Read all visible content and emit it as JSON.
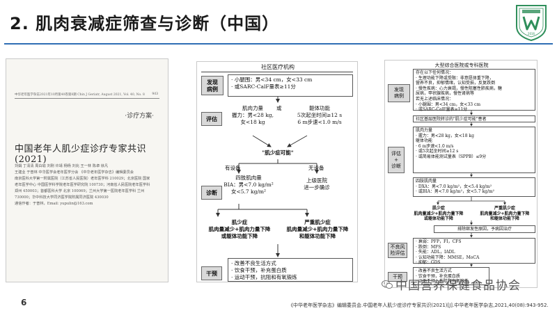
{
  "title": "2. 肌肉衰减症筛查与诊断（中国）",
  "colors": {
    "accent": "#2e6db4",
    "tag_fill": "#d9d9d9",
    "logo_green": "#2f8f5b"
  },
  "logo": {
    "icon": "society-seal-icon",
    "year": "2016"
  },
  "journal": {
    "header": "中华老年医学杂志2021年10月第40卷第8期  Chin J Geriatr, August 2021, Vol. 40, No. 8",
    "page": "943",
    "tag": "·诊疗方案·",
    "title": "中国老年人肌少症诊疗专家共识(2021)",
    "lines": [
      "刘娟   丁清清   周白瑜   刘刚   许靖   杨杨   刘兆   王一林   陈卓   徐凡",
      "王建业  于普林  中华医学会老年医学分会  《中华老年医学杂志》编辑委员会",
      "南京医科大学第一附属医院（江苏省人民医院）老年医学科  210029；北京医院 国家",
      "老年医学中心  中国医学科学院老年医学研究院  100730；河南省人民医院老年医学科",
      "郑州 450003；首都医科大学 北京 100069；兰州大学第一医院老年医学科  兰州",
      "730000；华中科技大学同济医学院附属同济医院  430030",
      "通信作者：于普林，Email: yupulin@163.com"
    ]
  },
  "mid": {
    "header": "社区医疗机构",
    "tags": {
      "discover": "发现\n病例",
      "assess": "评估",
      "diagnose": "诊断",
      "intervene": "干预"
    },
    "case_find": [
      "· 小腿围：男<34 cm，女<33 cm",
      "· 或SARC-CalF量表≥11分"
    ],
    "muscle_strength": [
      "肌肉力量",
      "握力：男<28 kg,",
      "女<18 kg"
    ],
    "or": "或",
    "physical_function": [
      "躯体功能",
      "5次起坐时间≥12 s",
      "6 m步速<1.0 m/s"
    ],
    "possible": "\"肌少症可能\"",
    "with_equipment": "有设备",
    "without_equipment": "无设备",
    "bia": [
      "四肢肌肉量",
      "BIA：男<7.0 kg/m²",
      "女<5.7 kg/m²"
    ],
    "refer": [
      "上级医院",
      "进一步确诊"
    ],
    "sarcopenia": [
      "肌少症",
      "肌肉量减少+肌肉力量下降",
      "或躯体功能下降"
    ],
    "severe": [
      "严重肌少症",
      "肌肉量减少+肌肉力量下降",
      "和躯体功能下降"
    ],
    "intervention": [
      "· 改善不良生活方式",
      "· 饮食干预，补充蛋白质",
      "· 运动干预，抗阻和有氧锻炼"
    ]
  },
  "right": {
    "header": "大型综合医院或专科医院",
    "tags": {
      "discover": "发现\n病例",
      "assess": "评估\n+\n诊断",
      "risk": "不良风\n险评估",
      "intervene": "干预"
    },
    "conditions": [
      "存在以下任何情况：",
      "· 生理功能下降或受限：非意愿体重下降，",
      "  营养不良，抑郁情绪，认知受损，反复跌倒",
      "· 慢性疾病：心力衰竭，慢性阻塞性肺疾病，糖",
      "  尿病，甲状腺疾病，慢性肾病等",
      "若无上述临床情况：",
      "· 小腿围：男<34 cm，女<33 cm",
      "· 或SARC-CalF量表≥11分"
    ],
    "from_community": "社区基层医院转诊的\"肌少症可能\"患者",
    "muscle_strength": [
      "肌肉力量",
      "· 握力：男<28 kg，女<18 kg"
    ],
    "physical_function": [
      "躯体功能",
      "· 6 m步速<1.0 m/s",
      "· 或5次起坐时间≥12 s",
      "· 或简易体能测试量表（SPPB）≤9分"
    ],
    "muscle_mass": [
      "四肢肌肉量",
      "· DXA：男<7.0 kg/m²，女<5.4 kg/m²",
      "· 或BIA：男<7.0 kg/m²，女<5.7 kg/m²"
    ],
    "sarcopenia": [
      "肌少症",
      "肌肉量减少+肌肉力量下降",
      "或躯体功能下降"
    ],
    "severe": [
      "严重肌少症",
      "肌肉量减少+肌肉力量下降",
      "和躯体功能下降"
    ],
    "exclude": "排除继发性原因，予病因治疗",
    "risk": [
      "· 衰弱：PFP，FI，CFS",
      "· 跌倒：MFS",
      "· 失能：ADL，IADL",
      "· 认知功能下降：MMSE，MoCA",
      "· 抑郁：GDS"
    ],
    "intervention": [
      "· 改善不良生活方式",
      "· 饮食干预，补充蛋白质",
      "· 运动干预，抗阻和有氧锻炼"
    ]
  },
  "page_number": "6",
  "footer": "《中华老年医学杂志》编辑委员会.中国老年人肌少症诊疗专家共识(2021)[J].中华老年医学杂志,2021,40(08):943-952.",
  "watermark": "中国营养保健食品协会"
}
